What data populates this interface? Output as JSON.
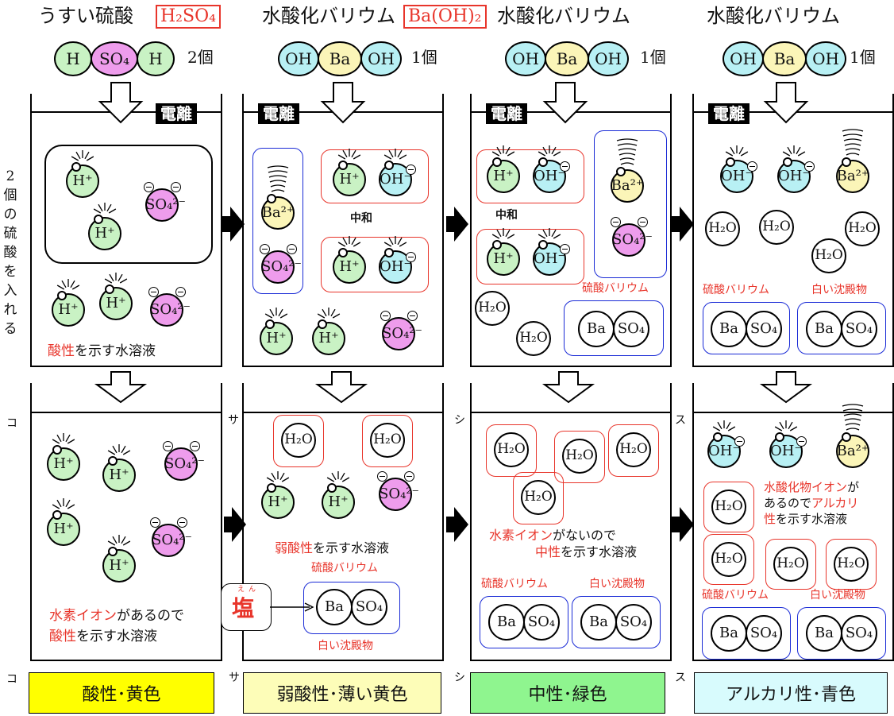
{
  "columns": [
    {
      "title": "うすい硫酸",
      "formula": "H₂SO₄",
      "count": "2個"
    },
    {
      "title": "水酸化バリウム",
      "formula": "Ba(OH)₂",
      "count": "1個"
    },
    {
      "title": "水酸化バリウム",
      "count": "1個"
    },
    {
      "title": "水酸化バリウム",
      "count": "1個"
    }
  ],
  "molecule_parts": {
    "h": "H",
    "so4": "SO₄",
    "oh": "OH",
    "ba": "Ba"
  },
  "badge": "電離",
  "side_label": [
    "2",
    "個",
    "の",
    "硫",
    "酸",
    "を",
    "入",
    "れ",
    "る"
  ],
  "ions": {
    "h": "H⁺",
    "oh": "OH⁻",
    "ba": "Ba²⁺",
    "so4": "SO₄²⁻",
    "h2o": "H₂O"
  },
  "top": {
    "b1": {
      "note_red": "酸性",
      "note_rest": "を示す水溶液"
    },
    "b2": {
      "neutral": "中和"
    },
    "b3": {
      "neutral": "中和",
      "salt": "硫酸バリウム"
    },
    "b4": {
      "salt": "硫酸バリウム",
      "precip": "白い沈殿物"
    }
  },
  "bottom": {
    "b1": {
      "letter": "コ",
      "line1_red": "水素イオン",
      "line1_rest": "があるので",
      "line2_red": "酸性",
      "line2_rest": "を示す水溶液"
    },
    "b2": {
      "letter": "サ",
      "note_red": "弱酸性",
      "note_rest": "を示す水溶液",
      "salt": "硫酸バリウム",
      "precip": "白い沈殿物",
      "en_ruby": "えん",
      "en": "塩"
    },
    "b3": {
      "letter": "シ",
      "line1_red": "水素イオン",
      "line1_rest": "がないので",
      "line2_red": "中性",
      "line2_rest": "を示す水溶液",
      "salt": "硫酸バリウム",
      "precip": "白い沈殿物"
    },
    "b4": {
      "letter": "ス",
      "line1_red": "水酸化物イオン",
      "line1_rest": "が",
      "line2_a": "あるので",
      "line2_red": "アルカリ",
      "line3_red": "性",
      "line3_rest": "を示す水溶液",
      "salt": "硫酸バリウム",
      "precip": "白い沈殿物"
    }
  },
  "legend": [
    {
      "letter": "コ",
      "label": "酸性･黄色",
      "color": "#ffff00"
    },
    {
      "letter": "サ",
      "label": "弱酸性･薄い黄色",
      "color": "#fdfdb8"
    },
    {
      "letter": "シ",
      "label": "中性･緑色",
      "color": "#8ff58f"
    },
    {
      "letter": "ス",
      "label": "アルカリ性･青色",
      "color": "#d8fbfd"
    }
  ],
  "colors": {
    "h_ion": "#c9f2c4",
    "so4_ion": "#ee9cec",
    "oh_ion": "#b8f0f4",
    "ba_ion": "#fbf5b8",
    "accent_red": "#e8352b",
    "accent_blue": "#1a2bd6"
  }
}
